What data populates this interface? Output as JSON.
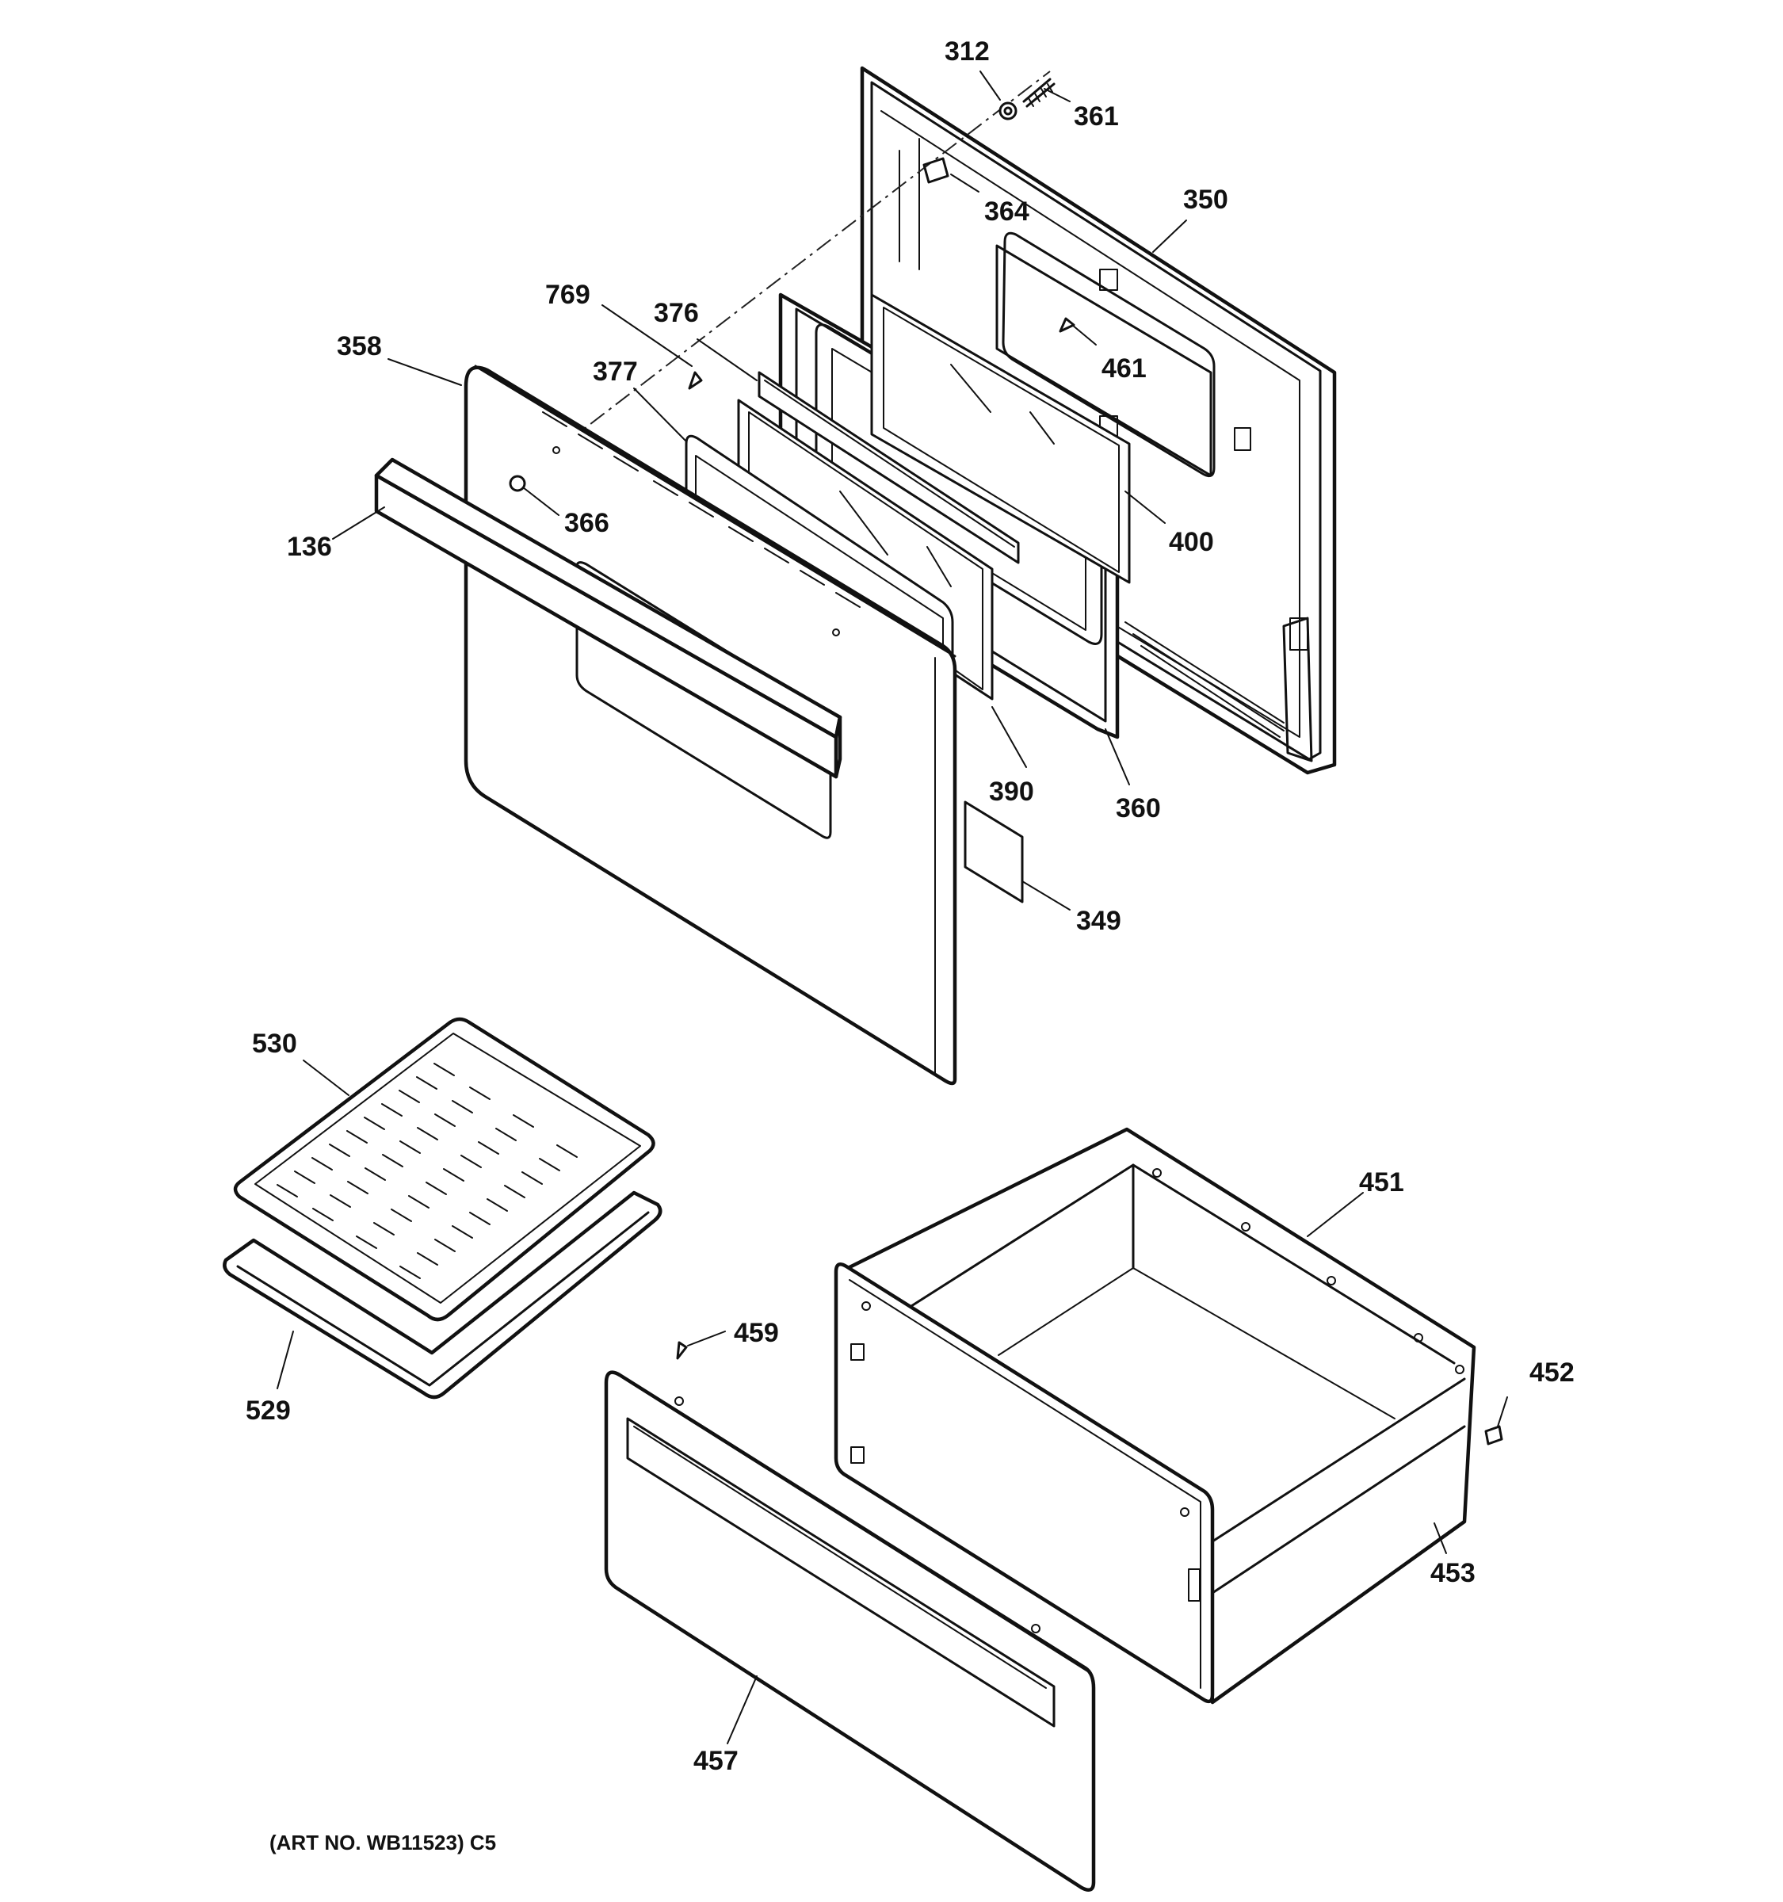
{
  "labels": {
    "p312": "312",
    "p361": "361",
    "p364": "364",
    "p350": "350",
    "p769": "769",
    "p376": "376",
    "p358": "358",
    "p377": "377",
    "p461": "461",
    "p366": "366",
    "p136": "136",
    "p400": "400",
    "p390": "390",
    "p360": "360",
    "p349": "349",
    "p530": "530",
    "p451": "451",
    "p459": "459",
    "p452": "452",
    "p529": "529",
    "p453": "453",
    "p457": "457"
  },
  "footer": {
    "art_number": "(ART NO. WB11523) C5"
  }
}
